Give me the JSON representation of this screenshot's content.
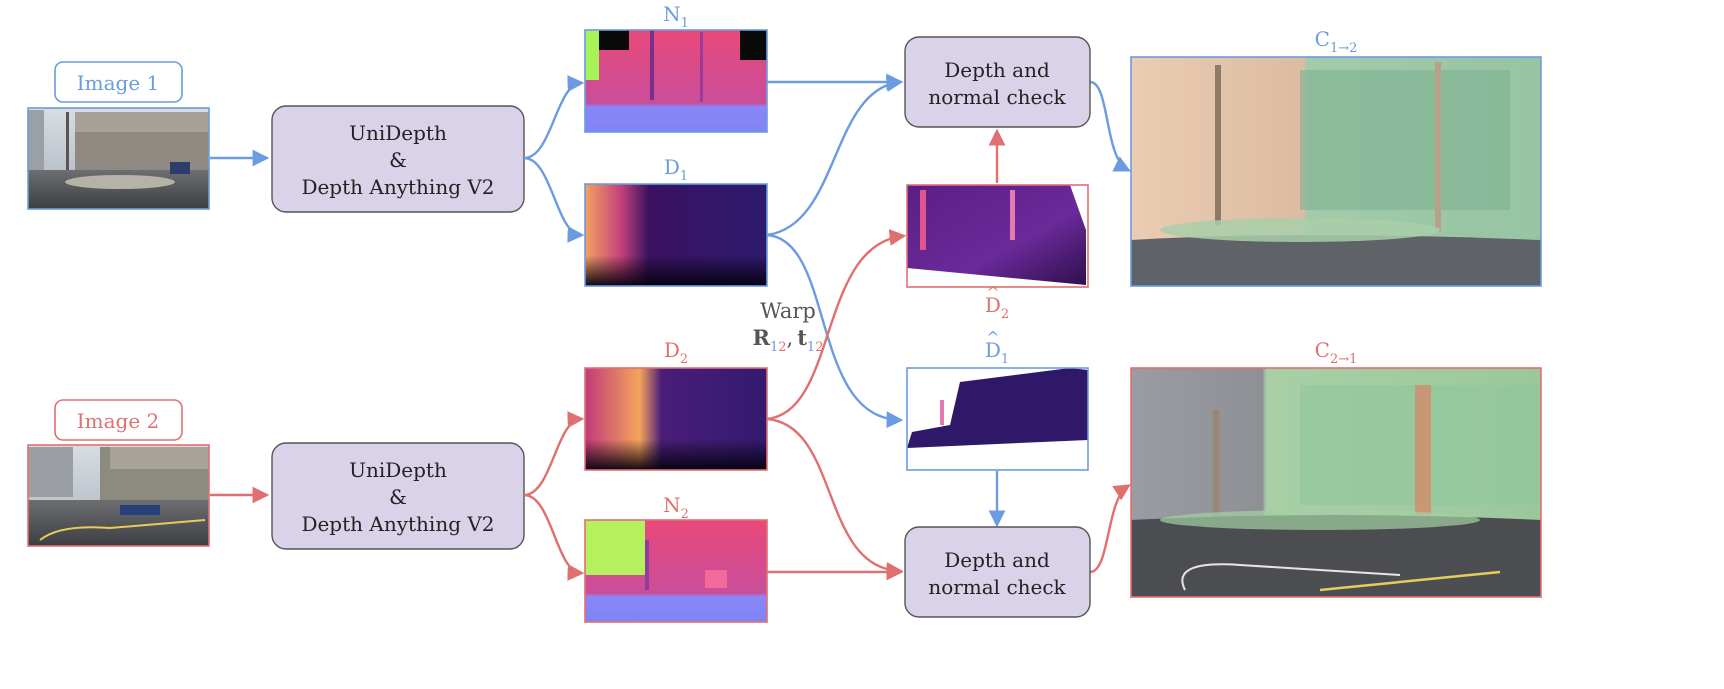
{
  "inputs": {
    "image1": {
      "label": "Image 1"
    },
    "image2": {
      "label": "Image 2"
    }
  },
  "models": {
    "top": {
      "line1": "UniDepth",
      "line2": "&",
      "line3": "Depth Anything V2"
    },
    "bottom": {
      "line1": "UniDepth",
      "line2": "&",
      "line3": "Depth Anything V2"
    }
  },
  "maps": {
    "n1": {
      "base": "N",
      "sub": "1"
    },
    "d1": {
      "base": "D",
      "sub": "1"
    },
    "d2": {
      "base": "D",
      "sub": "2"
    },
    "n2": {
      "base": "N",
      "sub": "2"
    },
    "d2hat": {
      "base": "D",
      "sub": "2",
      "hat": "^"
    },
    "d1hat": {
      "base": "D",
      "sub": "1",
      "hat": "^"
    }
  },
  "checks": {
    "top": {
      "line1": "Depth and",
      "line2": "normal check"
    },
    "bottom": {
      "line1": "Depth and",
      "line2": "normal check"
    }
  },
  "warp": {
    "title": "Warp",
    "r": "R",
    "r_sub": "12",
    "comma": ",",
    "t": "t",
    "t_sub": "12"
  },
  "outputs": {
    "c12": {
      "base": "C",
      "sub": "1→2"
    },
    "c21": {
      "base": "C",
      "sub": "2→1"
    }
  },
  "colors": {
    "blue": "#6b9be0",
    "red": "#e07070",
    "box_fill": "#d9d2e9",
    "box_stroke": "#555555",
    "warp_text": "#555555"
  }
}
